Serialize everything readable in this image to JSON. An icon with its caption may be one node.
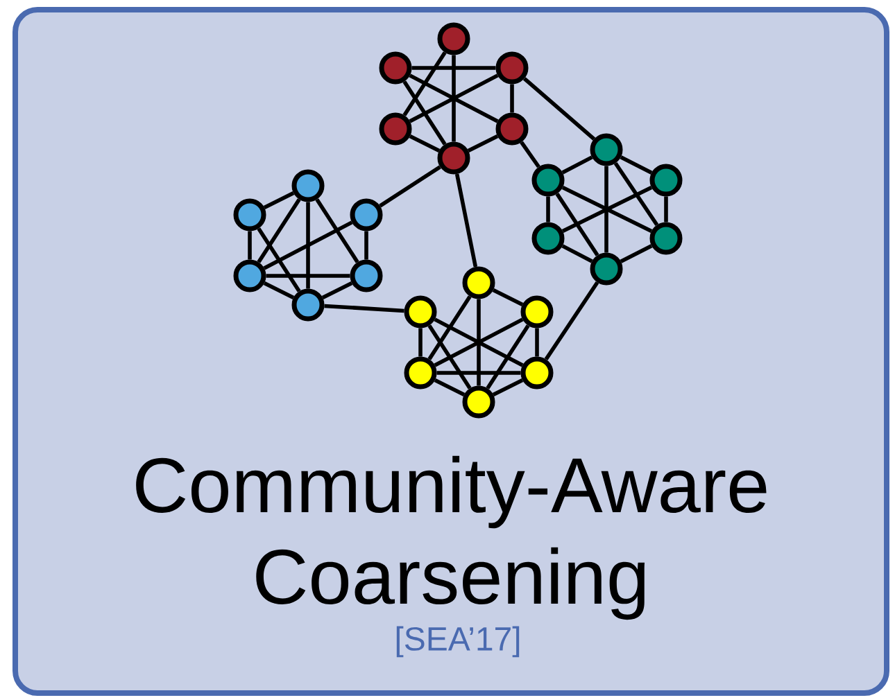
{
  "diagram": {
    "title": "Community-Aware Coarsening",
    "nodes": [
      {
        "text": [],
        "shape": "circle"
      },
      {
        "text": [],
        "shape": "circle"
      },
      {
        "text": [],
        "shape": "circle"
      },
      {
        "text": [],
        "shape": "circle"
      },
      {
        "text": [],
        "shape": "circle"
      },
      {
        "text": [],
        "shape": "circle"
      },
      {
        "text": [],
        "shape": "circle"
      },
      {
        "text": [],
        "shape": "circle"
      },
      {
        "text": [],
        "shape": "circle"
      },
      {
        "text": [],
        "shape": "circle"
      },
      {
        "text": [],
        "shape": "circle"
      },
      {
        "text": [],
        "shape": "circle"
      },
      {
        "text": [],
        "shape": "circle"
      },
      {
        "text": [],
        "shape": "circle"
      },
      {
        "text": [],
        "shape": "circle"
      },
      {
        "text": [],
        "shape": "circle"
      },
      {
        "text": [],
        "shape": "circle"
      },
      {
        "text": [],
        "shape": "circle"
      },
      {
        "text": [],
        "shape": "circle"
      },
      {
        "text": [],
        "shape": "circle"
      },
      {
        "text": [],
        "shape": "circle"
      },
      {
        "text": [],
        "shape": "circle"
      },
      {
        "text": [],
        "shape": "circle"
      },
      {
        "text": [],
        "shape": "circle"
      }
    ],
    "edges": [
      {
        "from": 1,
        "to": 2,
        "arrow": "none"
      },
      {
        "from": 0,
        "to": 3,
        "arrow": "none"
      },
      {
        "from": 0,
        "to": 5,
        "arrow": "none"
      },
      {
        "from": 1,
        "to": 5,
        "arrow": "none"
      },
      {
        "from": 1,
        "to": 4,
        "arrow": "none"
      },
      {
        "from": 2,
        "to": 3,
        "arrow": "none"
      },
      {
        "from": 2,
        "to": 4,
        "arrow": "none"
      },
      {
        "from": 3,
        "to": 5,
        "arrow": "none"
      },
      {
        "from": 4,
        "to": 5,
        "arrow": "none"
      },
      {
        "from": 2,
        "to": 6,
        "arrow": "none"
      },
      {
        "from": 4,
        "to": 7,
        "arrow": "none"
      },
      {
        "from": 7,
        "to": 6,
        "arrow": "none"
      },
      {
        "from": 6,
        "to": 8,
        "arrow": "none"
      },
      {
        "from": 6,
        "to": 11,
        "arrow": "none"
      },
      {
        "from": 6,
        "to": 10,
        "arrow": "none"
      },
      {
        "from": 7,
        "to": 9,
        "arrow": "none"
      },
      {
        "from": 7,
        "to": 10,
        "arrow": "none"
      },
      {
        "from": 7,
        "to": 11,
        "arrow": "none"
      },
      {
        "from": 8,
        "to": 9,
        "arrow": "none"
      },
      {
        "from": 8,
        "to": 10,
        "arrow": "none"
      },
      {
        "from": 9,
        "to": 11,
        "arrow": "none"
      },
      {
        "from": 10,
        "to": 11,
        "arrow": "none"
      },
      {
        "from": 5,
        "to": 14,
        "arrow": "none"
      },
      {
        "from": 5,
        "to": 18,
        "arrow": "none"
      },
      {
        "from": 13,
        "to": 12,
        "arrow": "none"
      },
      {
        "from": 12,
        "to": 15,
        "arrow": "none"
      },
      {
        "from": 12,
        "to": 17,
        "arrow": "none"
      },
      {
        "from": 12,
        "to": 16,
        "arrow": "none"
      },
      {
        "from": 13,
        "to": 15,
        "arrow": "none"
      },
      {
        "from": 13,
        "to": 17,
        "arrow": "none"
      },
      {
        "from": 14,
        "to": 15,
        "arrow": "none"
      },
      {
        "from": 14,
        "to": 16,
        "arrow": "none"
      },
      {
        "from": 15,
        "to": 16,
        "arrow": "none"
      },
      {
        "from": 15,
        "to": 17,
        "arrow": "none"
      },
      {
        "from": 16,
        "to": 17,
        "arrow": "none"
      },
      {
        "from": 17,
        "to": 19,
        "arrow": "none"
      },
      {
        "from": 18,
        "to": 20,
        "arrow": "none"
      },
      {
        "from": 18,
        "to": 21,
        "arrow": "none"
      },
      {
        "from": 18,
        "to": 23,
        "arrow": "none"
      },
      {
        "from": 19,
        "to": 21,
        "arrow": "none"
      },
      {
        "from": 19,
        "to": 22,
        "arrow": "none"
      },
      {
        "from": 19,
        "to": 23,
        "arrow": "none"
      },
      {
        "from": 20,
        "to": 21,
        "arrow": "none"
      },
      {
        "from": 20,
        "to": 23,
        "arrow": "none"
      },
      {
        "from": 20,
        "to": 22,
        "arrow": "none"
      },
      {
        "from": 21,
        "to": 22,
        "arrow": "none"
      },
      {
        "from": 21,
        "to": 23,
        "arrow": "none"
      },
      {
        "from": 22,
        "to": 23,
        "arrow": "none"
      },
      {
        "from": 22,
        "to": 11,
        "arrow": "none"
      }
    ],
    "labels": [
      "[SEA’17]"
    ]
  }
}
